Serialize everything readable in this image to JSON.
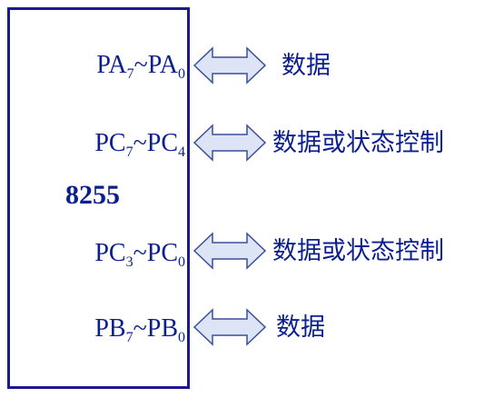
{
  "chip": {
    "name": "8255"
  },
  "ports": [
    {
      "signal": {
        "main1": "PA",
        "sub1": "7",
        "sep": "~",
        "main2": "PA",
        "sub2": "0"
      },
      "desc": "数据"
    },
    {
      "signal": {
        "main1": "PC",
        "sub1": "7",
        "sep": "~",
        "main2": "PC",
        "sub2": "4"
      },
      "desc": "数据或状态控制"
    },
    {
      "signal": {
        "main1": "PC",
        "sub1": "3",
        "sep": "~",
        "main2": "PC",
        "sub2": "0"
      },
      "desc": "数据或状态控制"
    },
    {
      "signal": {
        "main1": "PB",
        "sub1": "7",
        "sep": "~",
        "main2": "PB",
        "sub2": "0"
      },
      "desc": "数据"
    }
  ],
  "colors": {
    "text": "#0c1f8f",
    "chip_border": "#1a1a8c",
    "arrow_fill": "#dde4f5",
    "arrow_stroke": "#3a4f9a"
  },
  "icons": {
    "arrow": "double-headed-arrow-icon"
  }
}
